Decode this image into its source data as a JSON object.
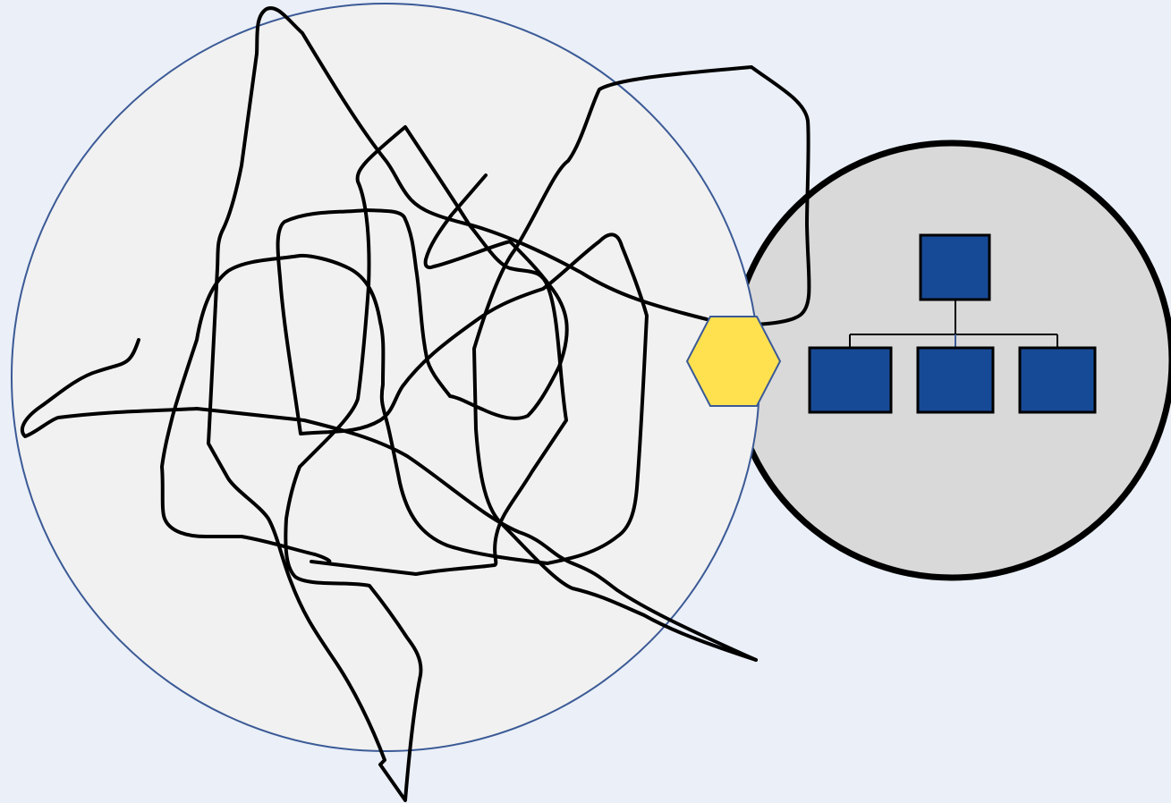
{
  "diagram": {
    "background_color": "#eaeff8",
    "chaos_region": {
      "fill": "#f1f1f1",
      "stroke": "#3b5a96"
    },
    "ordered_region": {
      "fill": "#d9d9d9",
      "stroke": "#000000"
    },
    "connector": {
      "shape": "hexagon",
      "fill": "#ffe150",
      "stroke": "#3b5a96"
    },
    "tangled_line_color": "#000000",
    "org_chart": {
      "box_fill": "#174a96",
      "box_stroke": "#000000",
      "levels": [
        1,
        3
      ]
    }
  }
}
